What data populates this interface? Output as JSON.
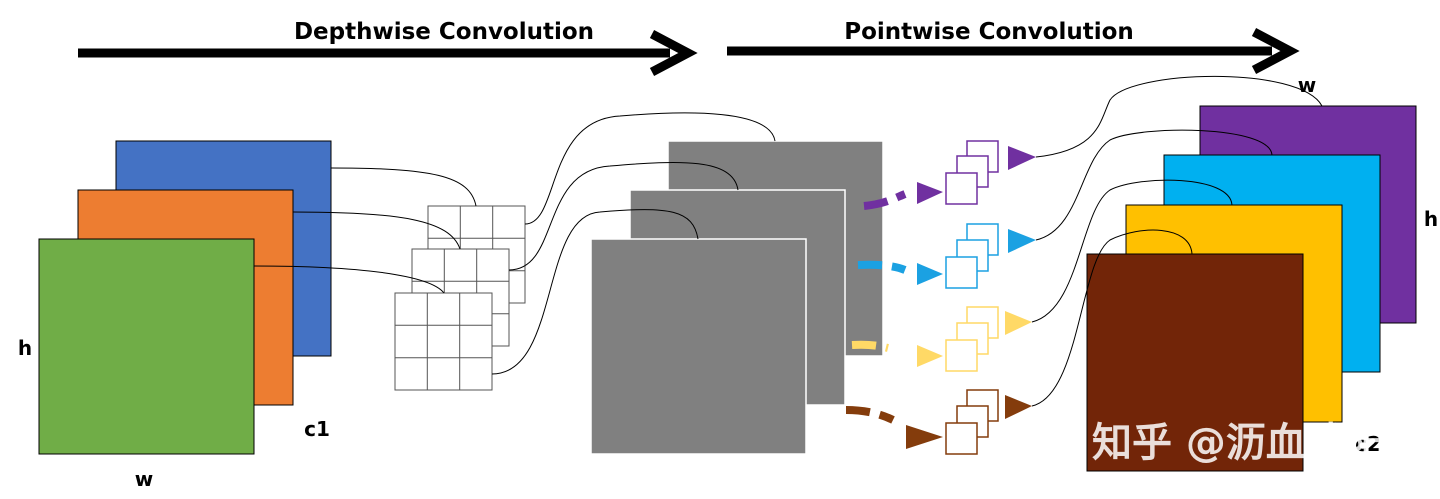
{
  "headers": {
    "depthwise": "Depthwise Convolution",
    "pointwise": "Pointwise Convolution"
  },
  "input": {
    "h_label": "h",
    "w_label": "w",
    "c_label": "c1",
    "colors": [
      "#4472c4",
      "#ed7d31",
      "#70ad47"
    ]
  },
  "intermediate": {
    "color": "#808080"
  },
  "output": {
    "h_label": "h",
    "w_label": "w",
    "c_label": "c2",
    "colors": [
      "#7030a0",
      "#00b0f0",
      "#ffc000",
      "#722508"
    ]
  },
  "pointwise_kernel_colors": [
    "#7030a0",
    "#1ba1e2",
    "#ffd966",
    "#843c0c"
  ],
  "watermark": "知乎 @沥血残阳"
}
